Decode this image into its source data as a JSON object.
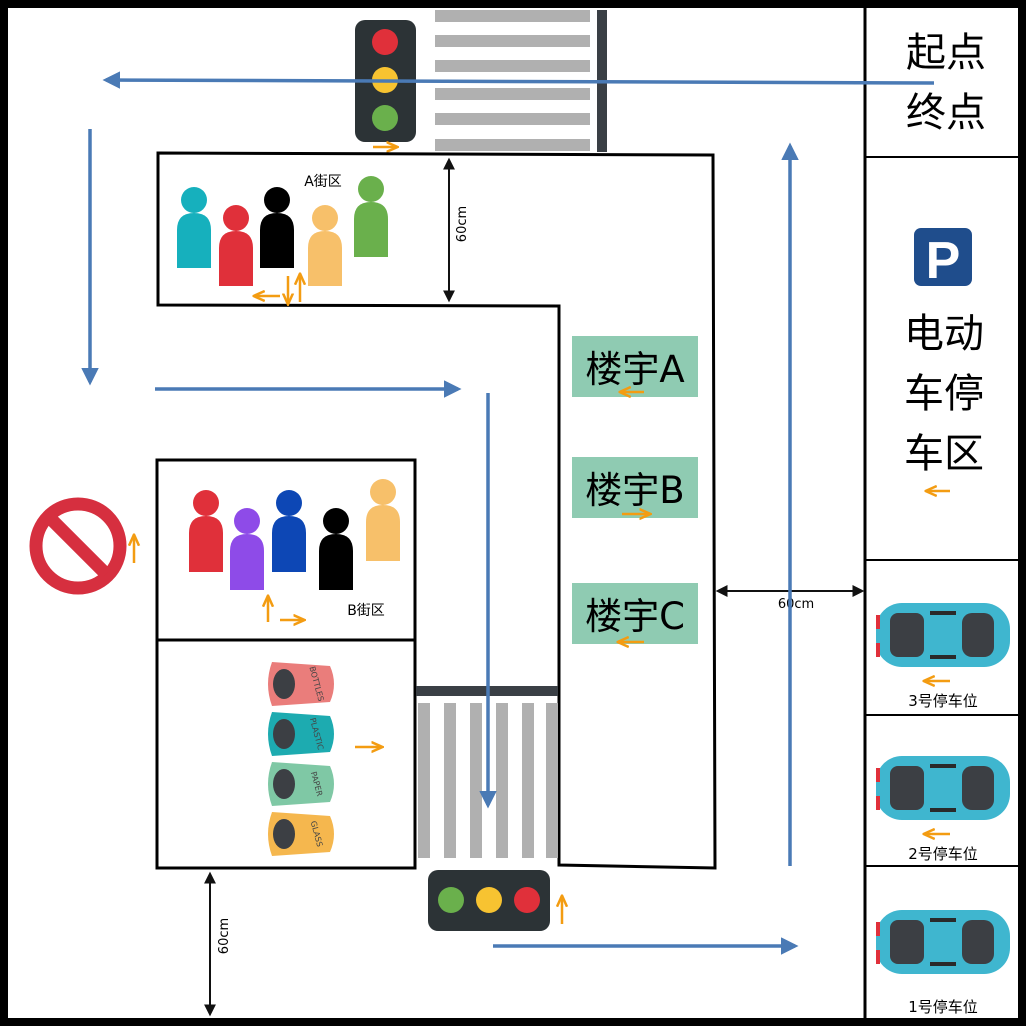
{
  "start_label": "起点",
  "end_label": "终点",
  "parking_sign": "P",
  "parking_area_label": [
    "电动",
    "车停",
    "车区"
  ],
  "parking_spots": [
    "3号停车位",
    "2号停车位",
    "1号停车位"
  ],
  "district_a": "A街区",
  "district_b": "B街区",
  "buildings": [
    "楼宇A",
    "楼宇B",
    "楼宇C"
  ],
  "dim_60cm": "60cm",
  "trash_bins": [
    "BOTTLES",
    "PLASTIC",
    "PAPER",
    "GLASS"
  ],
  "colors": {
    "route": "#4a7ab5",
    "arrow": "#f39c12",
    "building_fill": "#8fcbb2",
    "parking_blue": "#1f4d8c",
    "car": "#3fb6cf",
    "no_entry": "#d62f3f",
    "light_red": "#e0303a",
    "light_yellow": "#f7c331",
    "light_green": "#6ab04c",
    "light_body": "#2c3336"
  }
}
